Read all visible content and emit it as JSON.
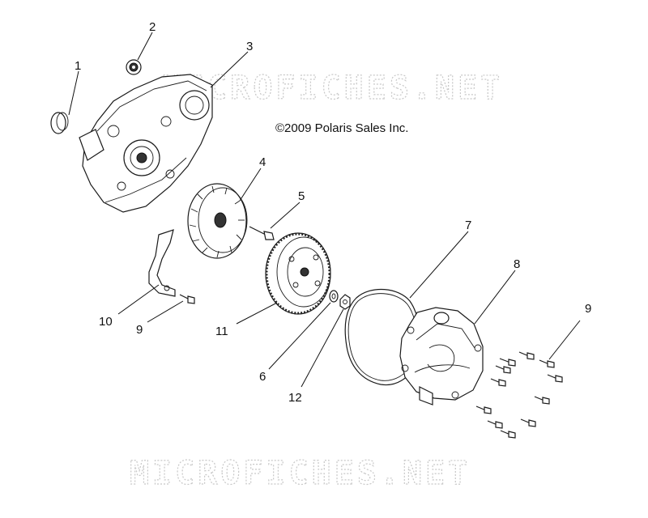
{
  "copyright": "©2009 Polaris Sales Inc.",
  "watermark": "MICROFICHES.NET",
  "callouts": [
    "1",
    "2",
    "3",
    "4",
    "5",
    "6",
    "7",
    "8",
    "9",
    "9",
    "10",
    "11",
    "12"
  ]
}
